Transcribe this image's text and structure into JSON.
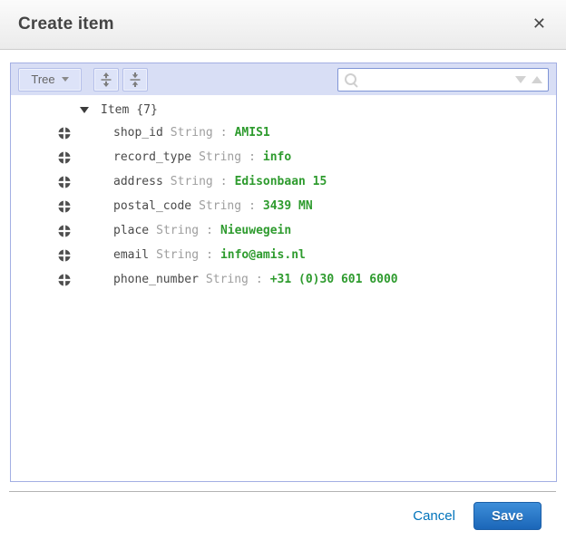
{
  "dialog": {
    "title": "Create item"
  },
  "icons": {
    "close": "✕",
    "dropdown_caret": "caret-down",
    "expand_all": "arrows-out-from-line",
    "collapse_all": "arrows-in-to-line",
    "search": "magnifier",
    "search_prev": "triangle-down",
    "search_next": "triangle-up",
    "root_expander": "triangle-down",
    "row_action": "plus-circle"
  },
  "toolbar": {
    "mode_label": "Tree",
    "search": {
      "value": "",
      "placeholder": ""
    }
  },
  "tree": {
    "root": {
      "label": "Item",
      "count": "{7}"
    },
    "type_separator": ":",
    "rows": [
      {
        "name": "shop_id",
        "type": "String",
        "value": "AMIS1"
      },
      {
        "name": "record_type",
        "type": "String",
        "value": "info"
      },
      {
        "name": "address",
        "type": "String",
        "value": "Edisonbaan 15"
      },
      {
        "name": "postal_code",
        "type": "String",
        "value": "3439 MN"
      },
      {
        "name": "place",
        "type": "String",
        "value": "Nieuwegein"
      },
      {
        "name": "email",
        "type": "String",
        "value": "info@amis.nl"
      },
      {
        "name": "phone_number",
        "type": "String",
        "value": "+31 (0)30 601 6000"
      }
    ]
  },
  "footer": {
    "cancel_label": "Cancel",
    "save_label": "Save"
  },
  "colors": {
    "value_green": "#2e9b2e",
    "link_blue": "#0073bb",
    "save_blue": "#1b66b8",
    "toolbar_lavender": "#d8def5",
    "panel_border": "#a3afe3"
  }
}
